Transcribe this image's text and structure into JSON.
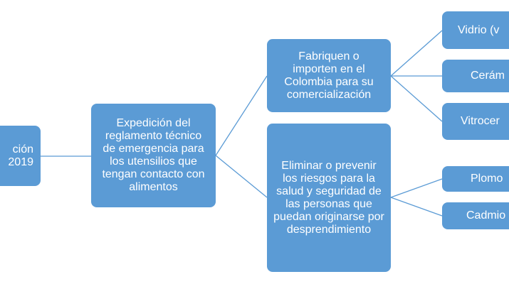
{
  "diagram": {
    "root": {
      "lines": [
        "ción",
        "2019"
      ]
    },
    "level1": {
      "label": "Expedición del reglamento técnico de emergencia para los utensilios que tengan contacto con alimentos"
    },
    "level2": [
      {
        "label": "Fabriquen o importen en el Colombia para su comercialización"
      },
      {
        "label": "Eliminar o prevenir los riesgos para la salud y seguridad de las personas que puedan originarse por desprendimiento"
      }
    ],
    "level3_materials": [
      {
        "label": "Vidrio (v"
      },
      {
        "label": "Cerám"
      },
      {
        "label": "Vitrocer"
      }
    ],
    "level3_metals": [
      {
        "label": "Plomo"
      },
      {
        "label": "Cadmio"
      }
    ],
    "colors": {
      "box": "#5b9bd5",
      "connector": "#5b9bd5",
      "text": "#ffffff"
    }
  }
}
